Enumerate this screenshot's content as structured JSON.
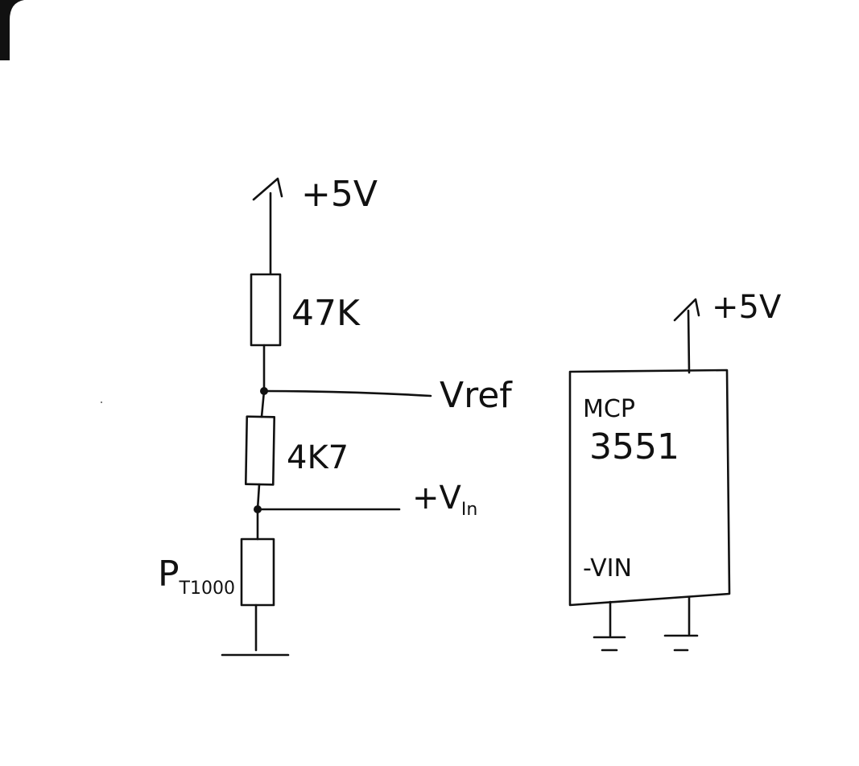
{
  "supply_left": {
    "label": "+5V"
  },
  "supply_right": {
    "label": "+5V"
  },
  "resistor_top": {
    "label": "47K"
  },
  "resistor_mid": {
    "label": "4K7"
  },
  "sensor": {
    "label": "P",
    "subscript": "T1000"
  },
  "node_vref": {
    "label": "Vref"
  },
  "node_vin": {
    "label": "+V",
    "subscript": "In"
  },
  "chip": {
    "name_line1": "MCP",
    "name_line2": "3551",
    "pin_vin_minus": "-VIN"
  }
}
